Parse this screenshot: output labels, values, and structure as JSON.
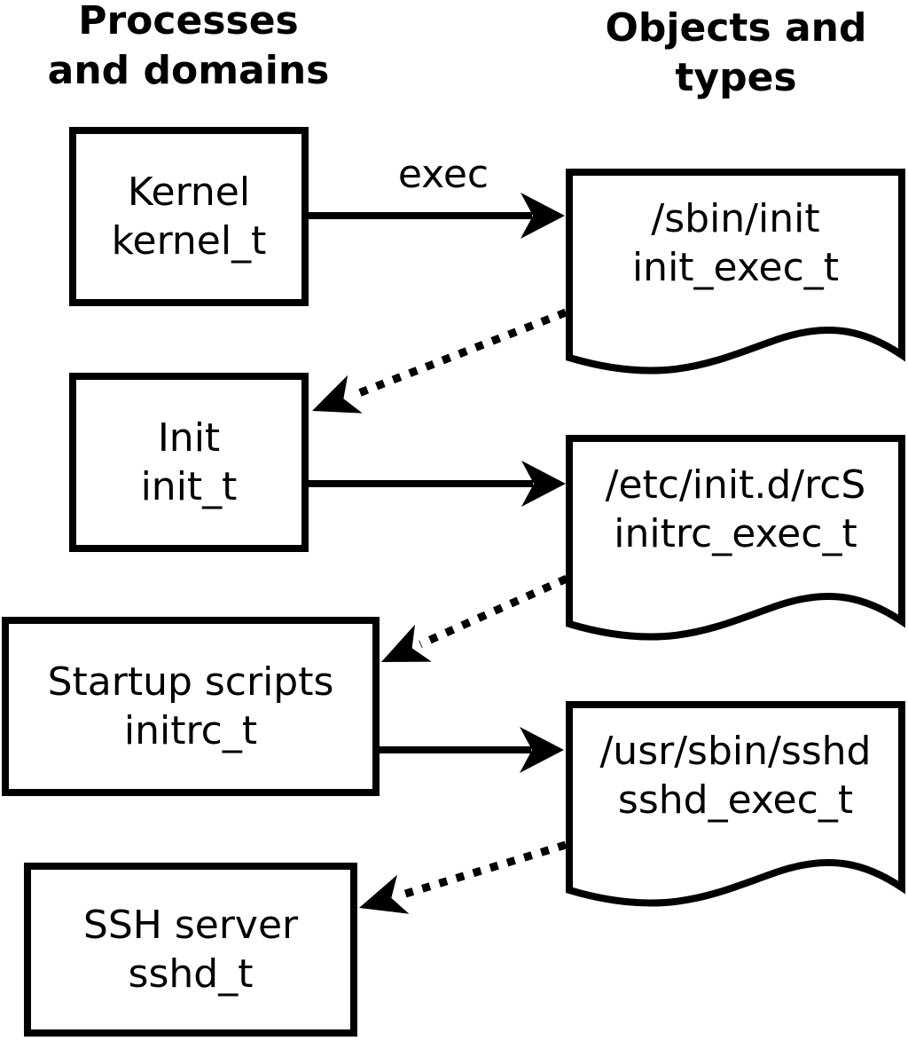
{
  "diagram": {
    "left_column_header": "Processes\nand domains",
    "right_column_header": "Objects and\ntypes",
    "processes": [
      {
        "name": "Kernel",
        "type": "kernel_t"
      },
      {
        "name": "Init",
        "type": "init_t"
      },
      {
        "name": "Startup scripts",
        "type": "initrc_t"
      },
      {
        "name": "SSH server",
        "type": "sshd_t"
      }
    ],
    "objects": [
      {
        "path": "/sbin/init",
        "type": "init_exec_t"
      },
      {
        "path": "/etc/init.d/rcS",
        "type": "initrc_exec_t"
      },
      {
        "path": "/usr/sbin/sshd",
        "type": "sshd_exec_t"
      }
    ],
    "edges": [
      {
        "from": "Kernel",
        "to": "/sbin/init",
        "style": "solid",
        "label": "exec"
      },
      {
        "from": "/sbin/init",
        "to": "Init",
        "style": "dotted",
        "label": ""
      },
      {
        "from": "Init",
        "to": "/etc/init.d/rcS",
        "style": "solid",
        "label": ""
      },
      {
        "from": "/etc/init.d/rcS",
        "to": "Startup scripts",
        "style": "dotted",
        "label": ""
      },
      {
        "from": "Startup scripts",
        "to": "/usr/sbin/sshd",
        "style": "solid",
        "label": ""
      },
      {
        "from": "/usr/sbin/sshd",
        "to": "SSH server",
        "style": "dotted",
        "label": ""
      }
    ],
    "colors": {
      "foreground": "#000000",
      "background": "#ffffff"
    }
  }
}
